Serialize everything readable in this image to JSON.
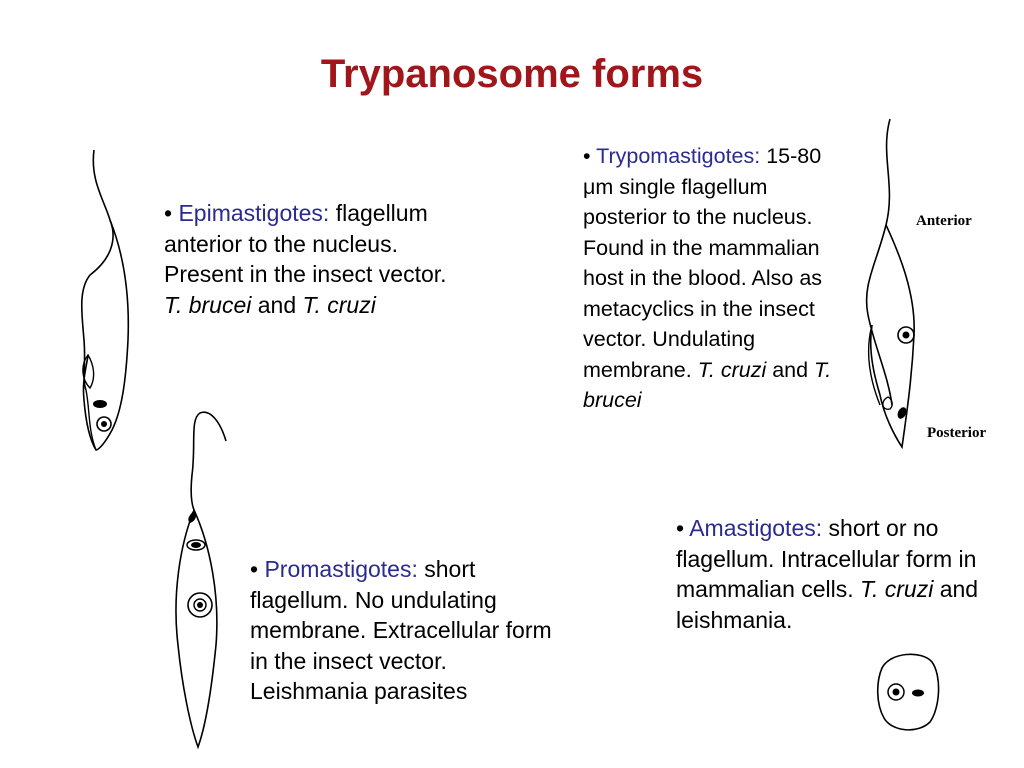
{
  "title": "Trypanosome forms",
  "epimastigotes": {
    "bullet": "•",
    "term": "Epimastigotes:",
    "text1": " flagellum anterior to the nucleus. Present in the insect vector. ",
    "species1": "T. brucei",
    "and": " and ",
    "species2": "T. cruzi"
  },
  "trypomastigotes": {
    "bullet": "•",
    "term": "Trypomastigotes:",
    "text1": " 15-80 μm single flagellum posterior to the nucleus. Found in the mammalian host in the blood. Also as metacyclics in the insect vector. Undulating membrane. ",
    "species1": "T. cruzi",
    "and": " and ",
    "species2": "T. brucei",
    "label_anterior": "Anterior",
    "label_posterior": "Posterior"
  },
  "promastigotes": {
    "bullet": "•",
    "term": "Promastigotes:",
    "text1": " short flagellum. No undulating membrane. Extracellular form in the insect vector. Leishmania parasites"
  },
  "amastigotes": {
    "bullet": "•",
    "term": "Amastigotes:",
    "text1": " short or no flagellum. Intracellular form in mammalian cells. ",
    "species1": "T. cruzi",
    "text2": " and leishmania."
  }
}
